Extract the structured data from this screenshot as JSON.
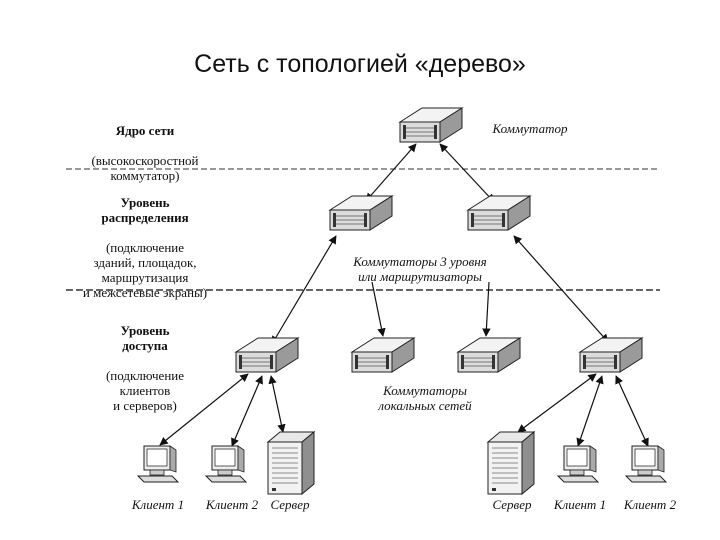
{
  "title": "Сеть с топологией «дерево»",
  "levels": {
    "core": {
      "name": "Ядро сети",
      "desc": "(высокоскоростной\nкоммутатор)"
    },
    "distribution": {
      "name": "Уровень\nраспределения",
      "desc": "(подключение\nзданий, площадок,\nмаршрутизация\nи межсетевые экраны)"
    },
    "access": {
      "name": "Уровень\nдоступа",
      "desc": "(подключение\nклиентов\nи серверов)"
    }
  },
  "captions": {
    "core_switch": "Коммутатор",
    "layer3": "Коммутаторы 3 уровня\nили маршрутизаторы",
    "local": "Коммутаторы\nлокальных сетей"
  },
  "devices_left": [
    "Клиент 1",
    "Клиент 2",
    "Сервер"
  ],
  "devices_right": [
    "Сервер",
    "Клиент 1",
    "Клиент 2"
  ],
  "icons": {
    "switch": "network-switch-icon",
    "client": "desktop-computer-icon",
    "server": "tower-server-icon"
  }
}
